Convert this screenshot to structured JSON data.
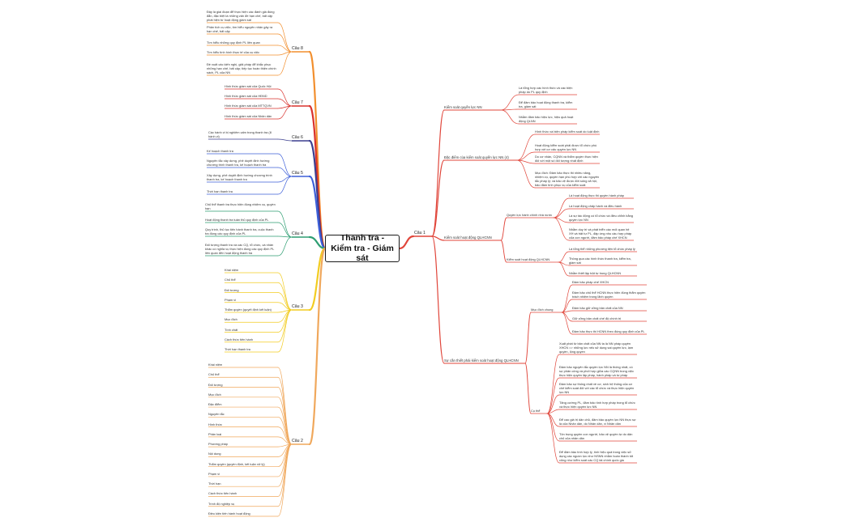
{
  "central": "Thanh tra - Kiểm tra - Giám sát",
  "colors": {
    "cau1": "#e0453a",
    "cau2": "#f0a85c",
    "cau3": "#f2cc21",
    "cau4": "#2e9e72",
    "cau5": "#3d5fd9",
    "cau6": "#3b3f8f",
    "cau7": "#d9322d",
    "cau8": "#f28f2e"
  },
  "cau1": {
    "label": "Câu 1",
    "kiem_soat_quyen_luc": {
      "label": "Kiểm soát quyền lực NN",
      "items": [
        "Là tổng hợp các hình thức và các biện pháp do PL quy định",
        "Để đảm bảo hoạt động thanh tra, kiểm tra, giám sát",
        "Nhằm đảm bảo hiệu lực, hiệu quả hoạt động QLNN"
      ]
    },
    "dac_diem": {
      "label": "Đặc điểm của kiểm soát quyền lực NN (4)",
      "items": [
        "Hình thức và biện pháp kiểm soát do luật định",
        "Hoạt động kiểm soát phải được tổ chức phù hợp với cơ cấu quyền lực NN",
        "Do cơ nhân, CQNN và thẩm quyền thực hiện đối với một số đối tượng nhất định",
        "Mục đích: Đảm bảo thực thi nhiều năng, nhiệm vụ, quyền hạn phù hợp với các nguyên tắc pháp lý; và bảo vệ được đời sống xã hội, bảo đảm tính phục vụ của kiểm soát"
      ]
    },
    "kiem_soat_hoat_dong": {
      "label": "Kiểm soát hoạt động QLHCNN",
      "quyen_luc": {
        "label": "Quyền lực hành chính nhà nước",
        "items": [
          "Là hoạt động thực thi quyền hành pháp",
          "Là hoạt động chấp hành và điều hành",
          "Là sự tác động có tổ chức và điều chỉnh bằng quyền lực NN",
          "Nhằm duy trì và phát triển các mối quan hệ XH và trật tự PL, đáp ứng nhu cầu hợp pháp của con người, đảm bảo pháp chế XHCN"
        ]
      },
      "kiem_soat": {
        "label": "Kiểm soát hoạt động QLHCNN",
        "items": [
          "Là tổng thể những phương tiện tổ chức pháp lý",
          "Thông qua các hình thức thanh tra, kiểm tra, giám sát",
          "Nhằm thiết lập trật tự trong QLHCNN"
        ]
      }
    },
    "su_can_thiet": {
      "label": "Sự cần thiết phải kiểm soát hoạt động QLHCNN",
      "muc_dich_chung": {
        "label": "Mục đích chung",
        "items": [
          "Đảm bảo pháp chế XHCN",
          "Đảm bảo chủ thể HCNN thực hiện đúng thẩm quyền trách nhiệm trong lãnh quyền",
          "Đảm bảo giữ vững bản chất của NN",
          "Giữ vững bản chất chế độ chính trị",
          "Đảm bảo thực thi HCNN theo đúng quy định của PL"
        ]
      },
      "cu_the": {
        "label": "Cụ thể",
        "items": [
          "Xuất phát từ bản chất của NN ta là NN pháp quyền XHCN => những lực nếu sử dụng sai quyền lực, lạm quyền, lộng quyền",
          "Đảm bảo nguyên tắc quyền lực NN là thống nhất, có sự phân công và phối hợp giữa các CQNN trong việc thực hiện quyền lập pháp, hành pháp và tư pháp",
          "Đảm bảo sự thống nhất về cơ, sinh hệ thống của cơ chế kiểm soát đối với các tổ chức và thực hiện quyền lực NN",
          "Tăng cường PL, đảm bảo tính hợp pháp trong tổ chức và thực hiện quyền lực NN",
          "Để cao giá trị dân chủ, đảm bảo quyền lực NN thực sự là của Nhân dân, do Nhân dân, vì Nhân dân",
          "Tôn trọng quyền con người, bảo vệ quyền tự do dân chủ của nhân dân",
          "Để đảm bảo tính hợp lý, tính hiệu quả trong việc sử dụng các nguồn lực như NSNN nhằm hoàn thành tốt cũng như kiểm soát các CQ tài chính quốc gia"
        ]
      }
    }
  },
  "cau2": {
    "label": "Câu 2",
    "items": [
      "Khái niệm",
      "Chủ thể",
      "Đối tượng",
      "Mục đích",
      "Đặc điểm",
      "Nguyên tắc",
      "Hình thức",
      "Phân loại",
      "Phương pháp",
      "Nội dung",
      "Thẩm quyền (quyền định, kết luận xử lý)",
      "Phạm vi",
      "Thời hạn",
      "Cách thức tiến hành",
      "Trình độ nghiệp vụ",
      "Điều kiện tiến hành hoạt động"
    ]
  },
  "cau3": {
    "label": "Câu 3",
    "items": [
      "Khái niệm",
      "Chủ thể",
      "Đối tượng",
      "Phạm vi",
      "Thẩm quyền (quyết định kết luận)",
      "Mục đích",
      "Tính chất",
      "Cách thức tiến hành",
      "Thời hạn thanh tra"
    ]
  },
  "cau4": {
    "label": "Câu 4",
    "items": [
      "Chủ thể thanh tra thực hiện đúng nhiệm vụ, quyền hạn",
      "Hoạt động thanh tra tuân thủ quy định của PL",
      "Quy trình, thủ tục tiến hành thanh tra, cuộc thanh tra đúng các quy định của PL",
      "Đối tượng thanh tra và các CQ, tổ chức, cá nhân khác có nghĩa vụ thực hiện đúng các quy định PL liên quan đến hoạt động thanh tra"
    ]
  },
  "cau5": {
    "label": "Câu 5",
    "items": [
      "Kế hoạch thanh tra",
      "Nguyên tắc xây dựng, phê duyệt định hướng chương trình thanh tra, kế hoạch thanh tra",
      "Xây dựng, phê duyệt định hướng chương trình thanh tra, kế hoạch thanh tra",
      "Thời hạn thanh tra"
    ]
  },
  "cau6": {
    "label": "Câu 6",
    "items": [
      "Các hành vi bị nghiêm cấm trong thanh tra (8 hành vi)"
    ]
  },
  "cau7": {
    "label": "Câu 7",
    "items": [
      "Hình thức giám sát của Quốc Hội",
      "Hình thức giám sát của HĐND",
      "Hình thức giám sát của MTTQVN",
      "Hình thức giám sát của Nhân dân"
    ]
  },
  "cau8": {
    "label": "Câu 8",
    "items": [
      "Đây là giai đoạn để thực hiện các đánh giá đúng đắn, đặc biệt là những vấn đề hạn chế, bất cập phát hiện từ hoạt động giám sát",
      "Phân tích cụ việc, tìm hiểu nguyên nhân gây ra hạn chế, bất cập",
      "Tìm hiểu những quy định PL liên quan",
      "Tìm hiểu tình hình thực tế của cụ việc",
      "Đề xuất các kiến nghị, giải pháp để khắc phục những hạn chế, bất cập; tiếp tục hoàn thiện chính sách, PL của NN"
    ]
  }
}
